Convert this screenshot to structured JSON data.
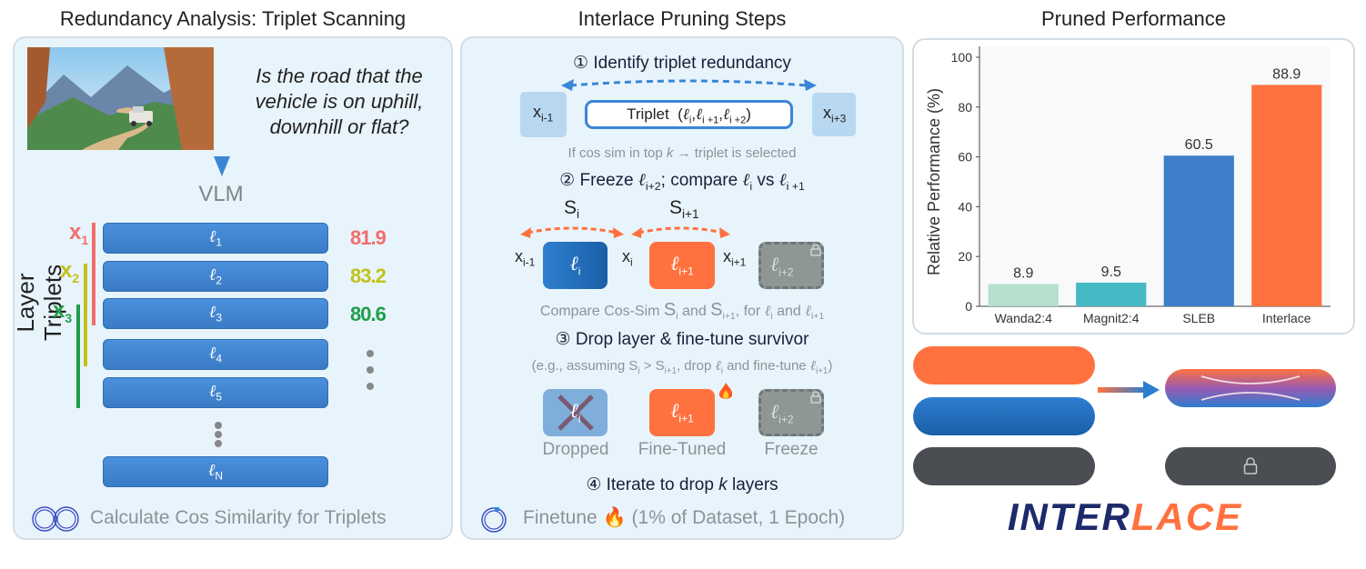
{
  "titles": {
    "left": "Redundancy Analysis: Triplet Scanning",
    "middle": "Interlace Pruning Steps",
    "right": "Pruned Performance"
  },
  "left": {
    "question": "Is the road that the vehicle is on uphill, downhill or flat?",
    "model": "VLM",
    "axis_label": "Layer Triplets",
    "ell": "ℓ",
    "layers": [
      "1",
      "2",
      "3",
      "4",
      "5",
      "N"
    ],
    "triplets": [
      {
        "x": "x",
        "sub": "1",
        "score": "81.9",
        "color": "#f26d6d"
      },
      {
        "x": "x",
        "sub": "2",
        "score": "83.2",
        "color": "#c2c21a"
      },
      {
        "x": "x",
        "sub": "3",
        "score": "80.6",
        "color": "#1e9e4a"
      }
    ],
    "footer": "Calculate Cos Similarity for Triplets"
  },
  "middle": {
    "ell": "ℓ",
    "step1": "① Identify triplet redundancy",
    "x_prev": {
      "x": "x",
      "sub": "i-1"
    },
    "x_next": {
      "x": "x",
      "sub": "i+3"
    },
    "triplet_label": "Triplet",
    "triplet_subs": [
      "i",
      "i +1",
      "i +2"
    ],
    "note1_a": "If cos sim in top ",
    "note1_k": "k",
    "note1_b": " → triplet is selected",
    "step2": {
      "a": "② Freeze ",
      "sub_a": "i+2",
      "b": "; compare ",
      "sub_b": "i",
      "c": " vs ",
      "sub_c": "i +1"
    },
    "s_labels": [
      {
        "s": "S",
        "sub": "i"
      },
      {
        "s": "S",
        "sub": "i+1"
      }
    ],
    "row_x": [
      {
        "x": "x",
        "sub": "i-1"
      },
      {
        "x": "x",
        "sub": "i"
      },
      {
        "x": "x",
        "sub": "i+1"
      }
    ],
    "box_subs": [
      "i",
      "i+1",
      "i+2"
    ],
    "note2": {
      "a": "Compare Cos-Sim ",
      "s": "S",
      "sub1": "i",
      "b": " and ",
      "sub2": "i+1",
      "c": ", for ",
      "d": " and "
    },
    "step3": "③ Drop layer & fine-tune survivor",
    "note3": {
      "a": "(e.g., assuming ",
      "s": "S",
      "sub1": "i",
      "gt": " > ",
      "sub2": "i+1",
      "b": ", drop ",
      "c": " and fine-tune ",
      "d": ")"
    },
    "status_labels": [
      "Dropped",
      "Fine-Tuned",
      "Freeze"
    ],
    "step4_a": "④ Iterate to drop ",
    "step4_k": "k",
    "step4_b": " layers",
    "footer_a": "Finetune ",
    "footer_b": " (1% of Dataset, 1 Epoch)"
  },
  "right": {
    "logo_a": "INTER",
    "logo_b": "LACE"
  },
  "colors": {
    "blue": "#3a7bc5",
    "orange": "#ff7240",
    "navy": "#1d2a6b",
    "panel": "#e8f4fb"
  },
  "chart_data": {
    "type": "bar",
    "categories": [
      "Wanda2:4",
      "Magnit2:4",
      "SLEB",
      "Interlace"
    ],
    "values": [
      8.9,
      9.5,
      60.5,
      88.9
    ],
    "value_labels": [
      "8.9",
      "9.5",
      "60.5",
      "88.9"
    ],
    "colors": [
      "#b5e0cc",
      "#45b9c4",
      "#3d7fc8",
      "#ff7240"
    ],
    "ylabel": "Relative Performance (%)",
    "ylim": [
      0,
      100
    ],
    "yticks": [
      0,
      20,
      40,
      60,
      80,
      100
    ],
    "grid": false
  }
}
